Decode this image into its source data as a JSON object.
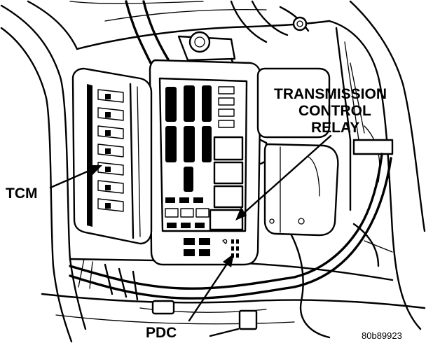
{
  "labels": {
    "tcm": "TCM",
    "relay_line1": "TRANSMISSION",
    "relay_line2": "CONTROL",
    "relay_line3": "RELAY",
    "pdc": "PDC"
  },
  "figure_id": "80b89923",
  "colors": {
    "ink": "#000000",
    "paper": "#ffffff"
  }
}
